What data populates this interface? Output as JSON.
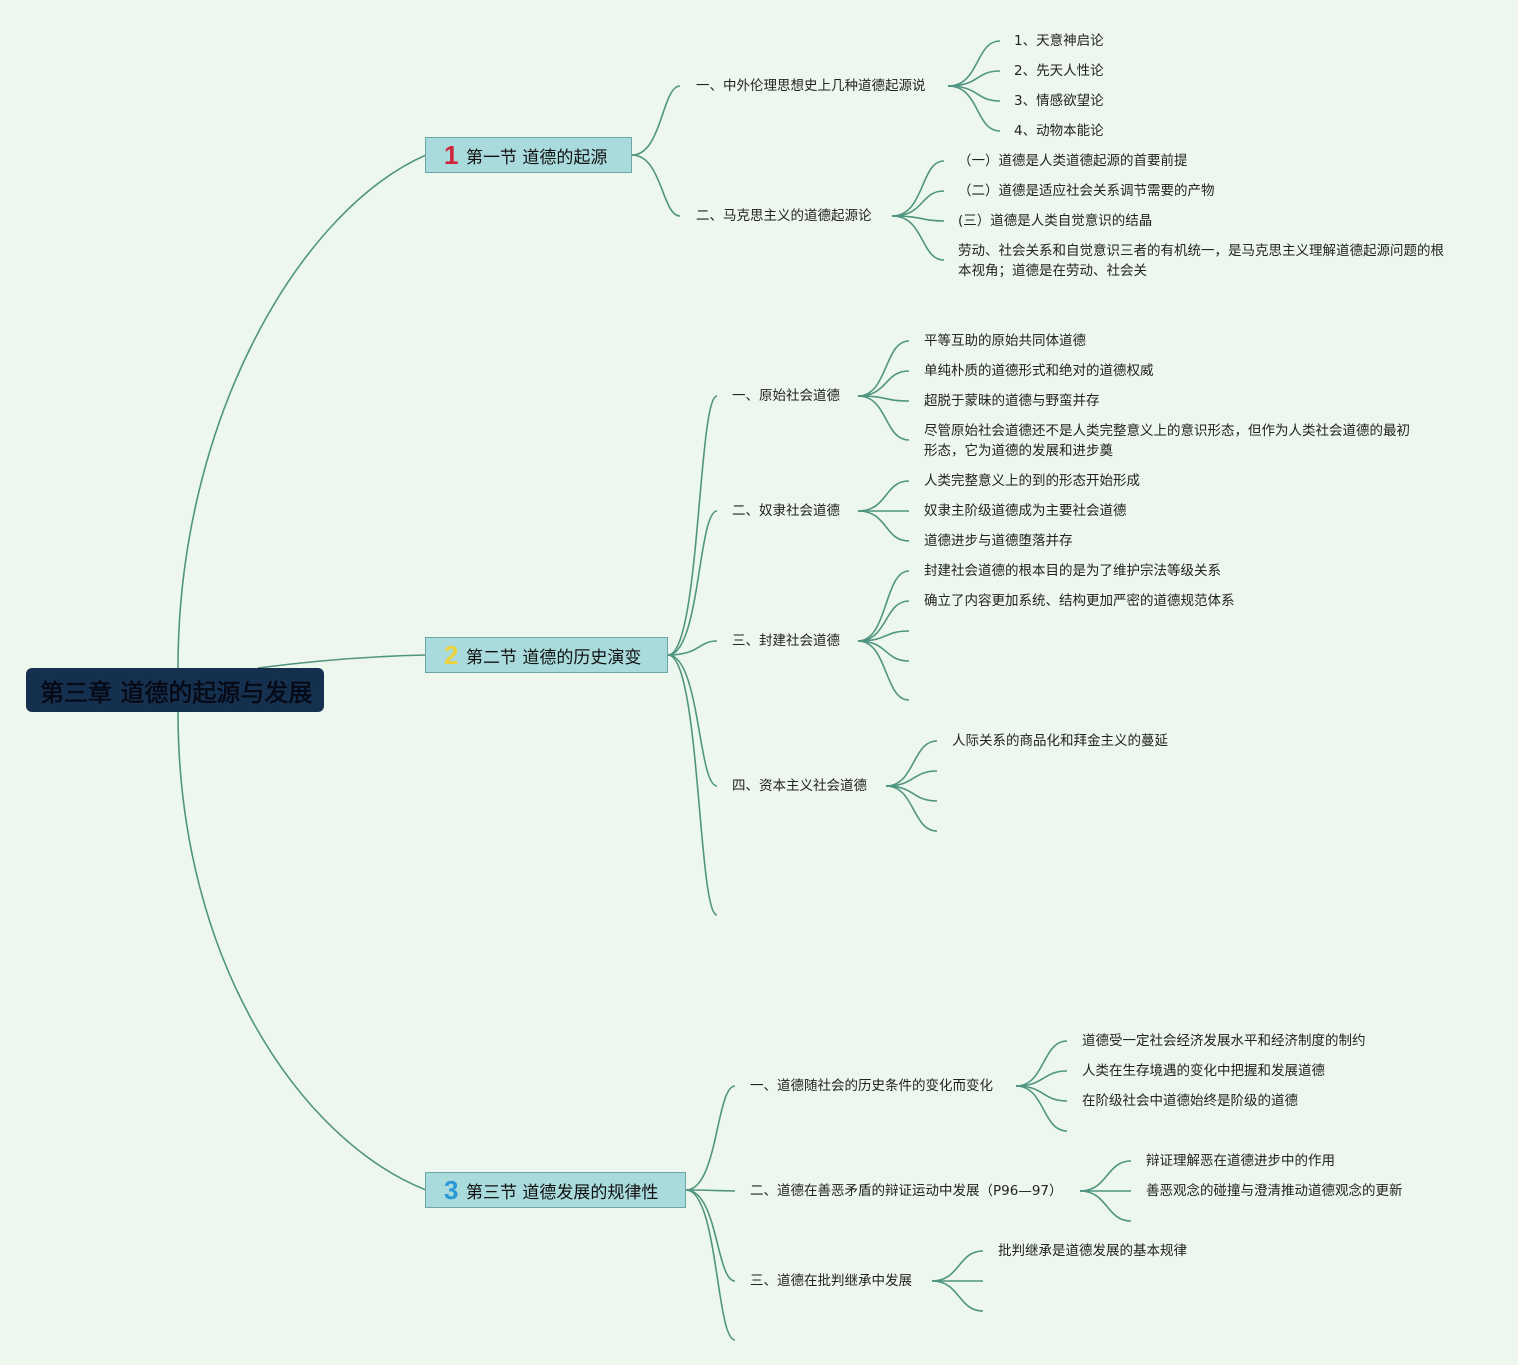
{
  "root": {
    "title": "第三章 道德的起源与发展"
  },
  "sections": [
    {
      "number": "1",
      "number_color": "#d0243a",
      "title": "第一节 道德的起源",
      "branches": [
        {
          "label": "一、中外伦理思想史上几种道德起源说",
          "leaves": [
            "1、天意神启论",
            "2、先天人性论",
            "3、情感欲望论",
            "4、动物本能论"
          ]
        },
        {
          "label": "二、马克思主义的道德起源论",
          "leaves": [
            "（一）道德是人类道德起源的首要前提",
            "（二）道德是适应社会关系调节需要的产物",
            "(三）道德是人类自觉意识的结晶",
            "劳动、社会关系和自觉意识三者的有机统一，是马克思主义理解道德起源问题的根本视角；道德是在劳动、社会关"
          ]
        }
      ]
    },
    {
      "number": "2",
      "number_color": "#e9d23c",
      "title": "第二节 道德的历史演变",
      "branches": [
        {
          "label": "一、原始社会道德",
          "leaves": [
            "平等互助的原始共同体道德",
            "单纯朴质的道德形式和绝对的道德权威",
            "超脱于蒙昧的道德与野蛮并存",
            "尽管原始社会道德还不是人类完整意义上的意识形态，但作为人类社会道德的最初形态，它为道德的发展和进步奠"
          ]
        },
        {
          "label": "二、奴隶社会道德",
          "leaves": [
            "人类完整意义上的到的形态开始形成",
            "奴隶主阶级道德成为主要社会道德",
            "道德进步与道德堕落并存"
          ]
        },
        {
          "label": "三、封建社会道德",
          "leaves": [
            "封建社会道德的根本目的是为了维护宗法等级关系",
            "确立了内容更加系统、结构更加严密的道德规范体系",
            "",
            "",
            ""
          ]
        },
        {
          "label": "四、资本主义社会道德",
          "leaves": [
            "人际关系的商品化和拜金主义的蔓延",
            "",
            "",
            ""
          ]
        },
        {
          "label": "",
          "leaves": []
        }
      ]
    },
    {
      "number": "3",
      "number_color": "#2a98d6",
      "title": "第三节 道德发展的规律性",
      "branches": [
        {
          "label": "一、道德随社会的历史条件的变化而变化",
          "leaves": [
            "道德受一定社会经济发展水平和经济制度的制约",
            "人类在生存境遇的变化中把握和发展道德",
            "在阶级社会中道德始终是阶级的道德",
            ""
          ]
        },
        {
          "label": "二、道德在善恶矛盾的辩证运动中发展（P96—97）",
          "leaves": [
            "辩证理解恶在道德进步中的作用",
            "善恶观念的碰撞与澄清推动道德观念的更新",
            ""
          ]
        },
        {
          "label": "三、道德在批判继承中发展",
          "leaves": [
            "批判继承是道德发展的基本规律",
            "",
            ""
          ]
        },
        {
          "label": "",
          "leaves": []
        }
      ]
    }
  ]
}
